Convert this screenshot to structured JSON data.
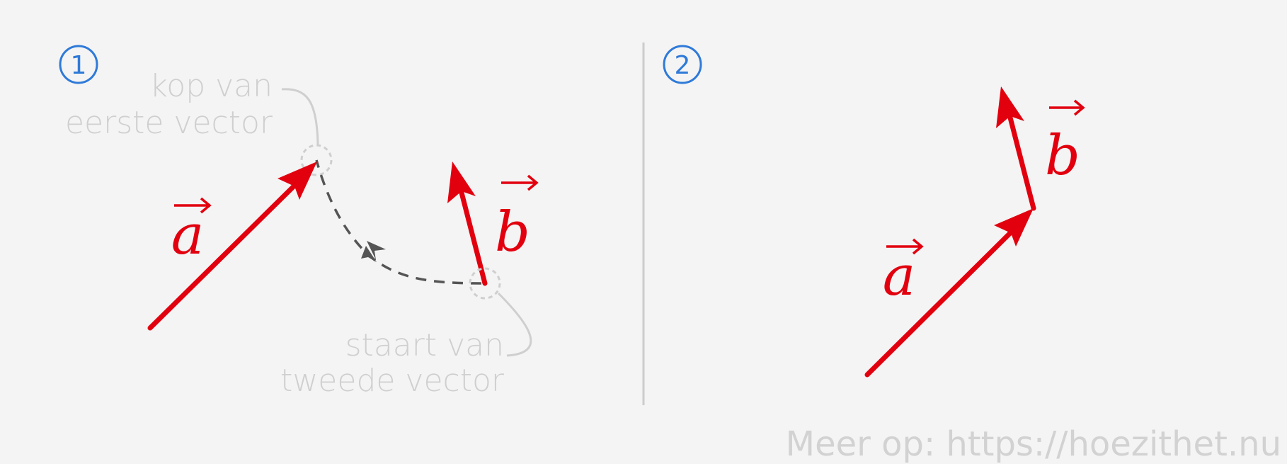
{
  "colors": {
    "vector": "#e2000f",
    "dashed_path": "#555555",
    "annotation": "#cfcfcf",
    "step_badge": "#2f7ad8",
    "divider": "#cccccc",
    "background": "#f4f4f4"
  },
  "panel1": {
    "step": "1",
    "vector_a": "a",
    "vector_b": "b",
    "label_head_line1": "kop van",
    "label_head_line2": "eerste vector",
    "label_tail_line1": "staart van",
    "label_tail_line2": "tweede vector"
  },
  "panel2": {
    "step": "2",
    "vector_a": "a",
    "vector_b": "b"
  },
  "footer": {
    "text": "Meer op: https://hoezithet.nu"
  }
}
